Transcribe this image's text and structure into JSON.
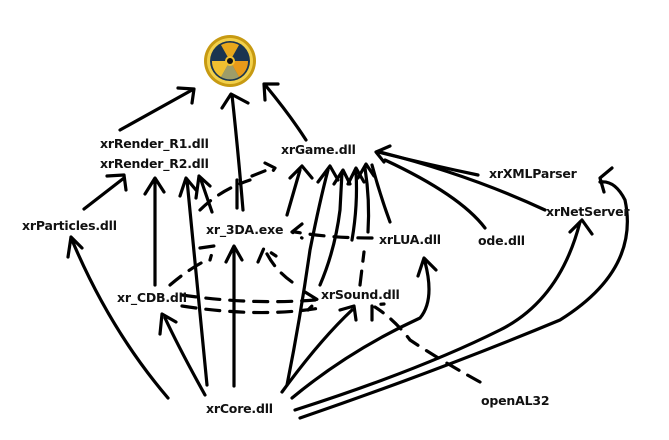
{
  "diagram": {
    "title": "",
    "logo": {
      "icon": "radiation-symbol-icon",
      "colors": {
        "ring": "#d8b21c",
        "blades": "#f0c020",
        "background": "#1a3a5a",
        "center": "#111111"
      }
    },
    "nodes": {
      "xrRender_R1": "xrRender_R1.dll",
      "xrRender_R2": "xrRender_R2.dll",
      "xrGame": "xrGame.dll",
      "xrXMLParser": "xrXMLParser",
      "xrNetServer": "xrNetServer",
      "xrParticles": "xrParticles.dll",
      "xr_3DA": "xr_3DA.exe",
      "xrLUA": "xrLUA.dll",
      "ode": "ode.dll",
      "xr_CDB": "xr_CDB.dll",
      "xrSound": "xrSound.dll",
      "xrCore": "xrCore.dll",
      "openAL32": "openAL32"
    },
    "edges": [
      {
        "from": "xrRender",
        "to": "logo"
      },
      {
        "from": "xr_3DA",
        "to": "logo"
      },
      {
        "from": "xrGame",
        "to": "logo"
      },
      {
        "from": "xrParticles",
        "to": "xrRender"
      },
      {
        "from": "xr_CDB",
        "to": "xrRender"
      },
      {
        "from": "xrCore",
        "to": "xrRender"
      },
      {
        "from": "xr_3DA",
        "to": "xrRender"
      },
      {
        "from": "xrCore",
        "to": "xrGame"
      },
      {
        "from": "xr_3DA",
        "to": "xrGame"
      },
      {
        "from": "xrLUA",
        "to": "xrGame"
      },
      {
        "from": "xrSound",
        "to": "xrGame"
      },
      {
        "from": "ode",
        "to": "xrGame"
      },
      {
        "from": "xrXMLParser",
        "to": "xrGame"
      },
      {
        "from": "xrNetServer",
        "to": "xrGame"
      },
      {
        "from": "xrCore",
        "to": "xrParticles"
      },
      {
        "from": "xrCore",
        "to": "xr_CDB"
      },
      {
        "from": "xrCore",
        "to": "xr_3DA"
      },
      {
        "from": "xr_CDB",
        "to": "xr_3DA"
      },
      {
        "from": "xrSound",
        "to": "xr_3DA"
      },
      {
        "from": "xrLUA",
        "to": "xr_3DA"
      },
      {
        "from": "xr_CDB",
        "to": "xrSound"
      },
      {
        "from": "xrCore",
        "to": "xrSound"
      },
      {
        "from": "openAL32",
        "to": "xrSound"
      },
      {
        "from": "xrCore",
        "to": "xrLUA"
      },
      {
        "from": "xrCore",
        "to": "xrNetServer"
      },
      {
        "from": "xrCore",
        "to": "xrXMLParser"
      }
    ]
  }
}
